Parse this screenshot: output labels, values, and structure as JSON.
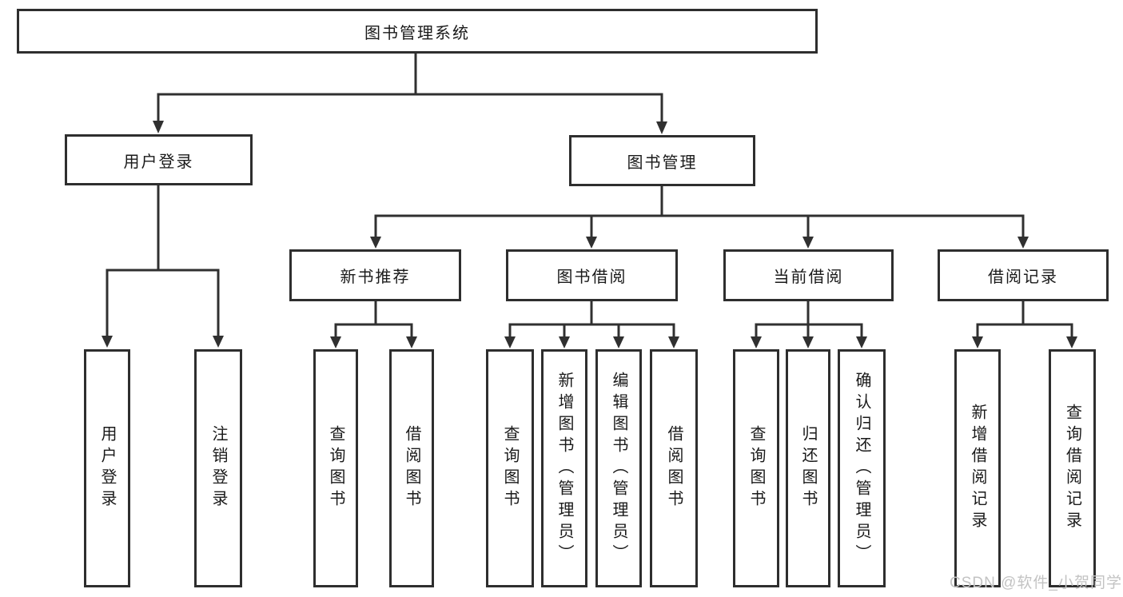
{
  "tree": {
    "label": "图书管理系统",
    "children": [
      {
        "label": "用户登录",
        "children": [
          {
            "label": "用户登录"
          },
          {
            "label": "注销登录"
          }
        ]
      },
      {
        "label": "图书管理",
        "children": [
          {
            "label": "新书推荐",
            "children": [
              {
                "label": "查询图书"
              },
              {
                "label": "借阅图书"
              }
            ]
          },
          {
            "label": "图书借阅",
            "children": [
              {
                "label": "查询图书"
              },
              {
                "label": "新增图书（管理员）"
              },
              {
                "label": "编辑图书（管理员）"
              },
              {
                "label": "借阅图书"
              }
            ]
          },
          {
            "label": "当前借阅",
            "children": [
              {
                "label": "查询图书"
              },
              {
                "label": "归还图书"
              },
              {
                "label": "确认归还（管理员）"
              }
            ]
          },
          {
            "label": "借阅记录",
            "children": [
              {
                "label": "新增借阅记录"
              },
              {
                "label": "查询借阅记录"
              }
            ]
          }
        ]
      }
    ]
  },
  "watermark": "CSDN @软件_小贺同学",
  "colors": {
    "line": "#303030",
    "box_border": "#2e2e2e",
    "box_fill": "#ffffff",
    "text": "#1a1a1a",
    "watermark": "#c3c3c3",
    "background": "#ffffff"
  }
}
